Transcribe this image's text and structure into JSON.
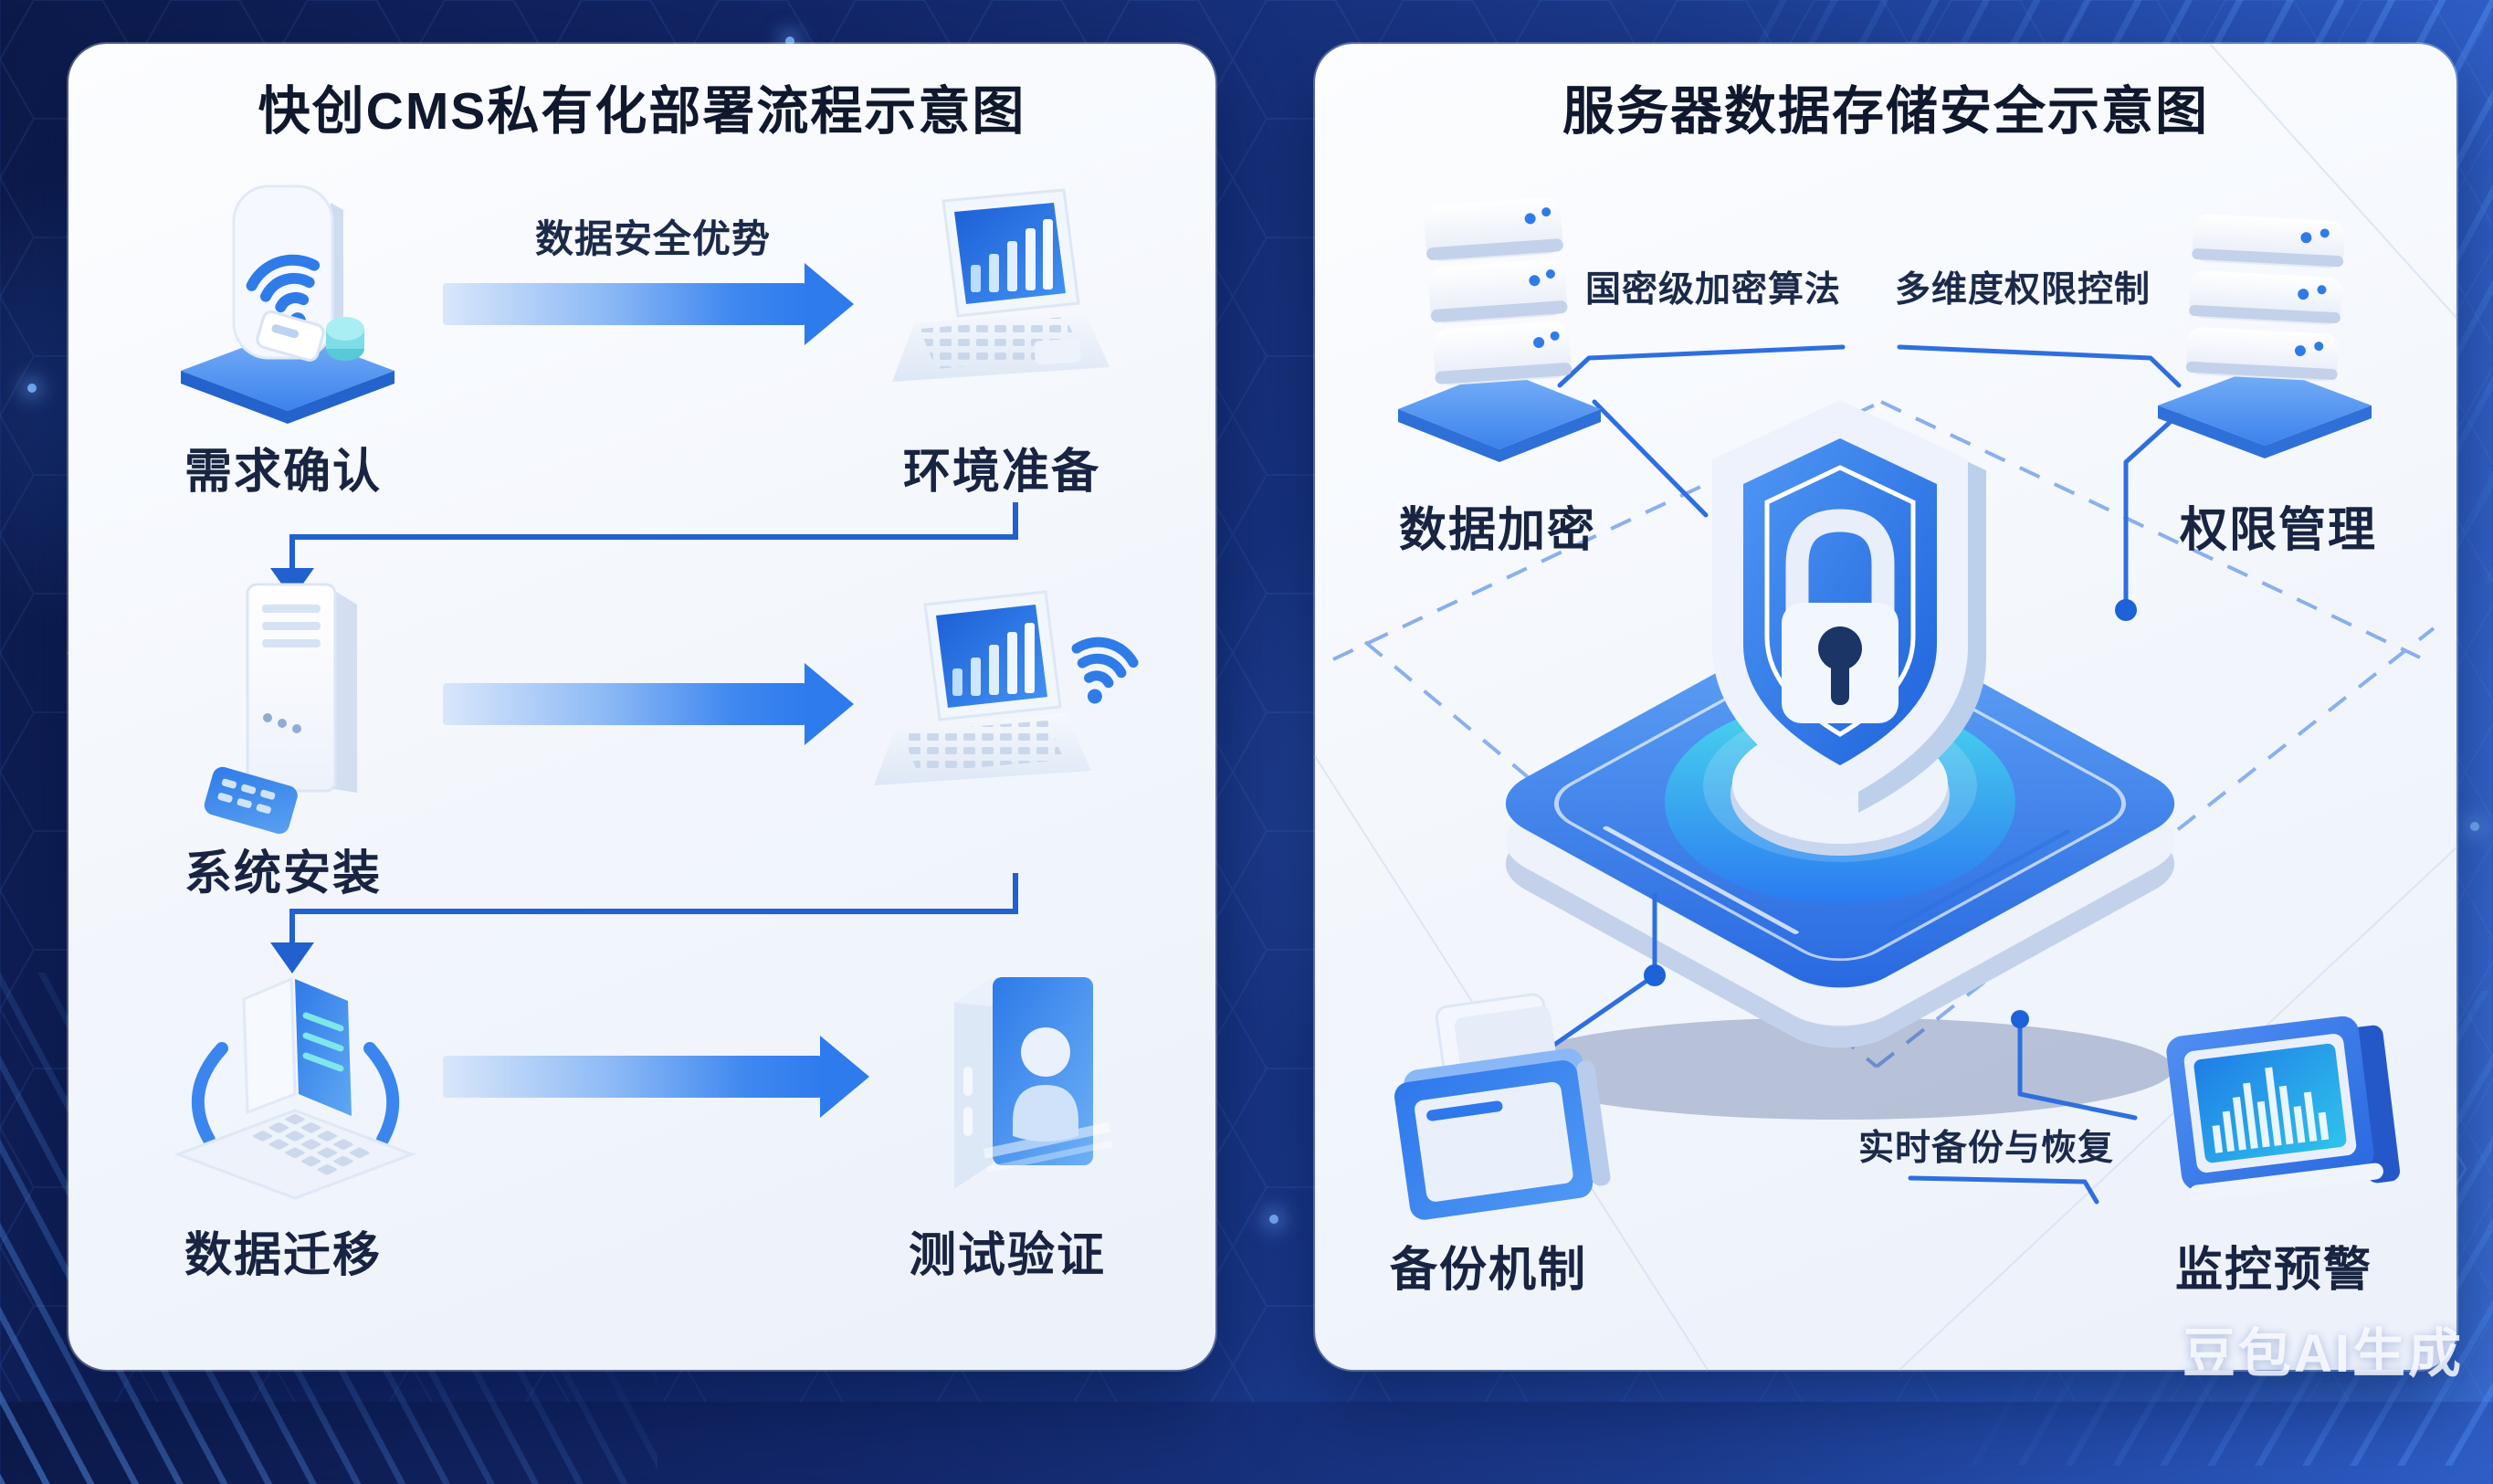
{
  "left": {
    "title": "快创CMS私有化部署流程示意图",
    "annotation": "数据安全优势",
    "steps": [
      "需求确认",
      "环境准备",
      "系统安装",
      "数据迁移",
      "测试验证"
    ]
  },
  "right": {
    "title": "服务器数据存储安全示意图",
    "labels": {
      "encrypt": "数据加密",
      "permission": "权限管理",
      "backup": "备份机制",
      "monitor": "监控预警"
    },
    "annotations": {
      "encrypt": "国密级加密算法",
      "permission": "多维度权限控制",
      "backup": "实时备份与恢复"
    }
  },
  "watermark": "豆包AI生成",
  "icons": {
    "left_step1": "wifi-router-icon",
    "left_step2": "laptop-chart-icon",
    "left_step3": "server-tower-icon",
    "left_step3_target": "laptop-wifi-icon",
    "left_step4": "migration-terminal-icon",
    "left_step5": "id-badge-icon",
    "right_encrypt": "database-stack-icon",
    "right_permission": "server-stack-icon",
    "right_center": "shield-lock-icon",
    "right_backup": "folder-icon",
    "right_monitor": "monitor-chart-icon"
  },
  "colors": {
    "background_dark": "#0c1a4a",
    "background_light": "#3a6fd6",
    "panel": "#f2f6fc",
    "accent": "#2e7bee",
    "accent_light": "#d9e7fa",
    "connector": "#2160cf",
    "dashed": "#86acec",
    "platform_teal": "#43d2ec",
    "text_dark": "#10182e",
    "watermark_color": "#fafcff"
  }
}
